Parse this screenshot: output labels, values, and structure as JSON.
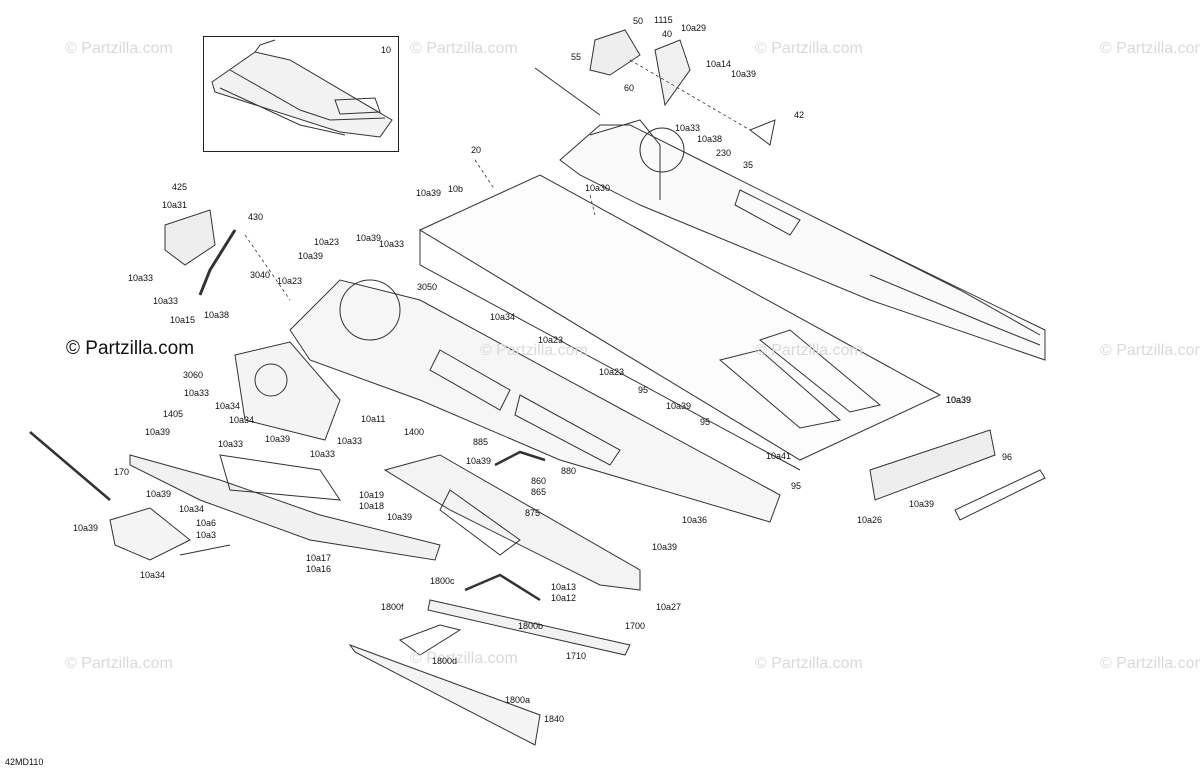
{
  "diagram": {
    "id_label": "42MD110",
    "watermark": "© Partzilla.com",
    "inset_label": "10",
    "callouts": [
      "10",
      "50",
      "1115",
      "40",
      "10a29",
      "55",
      "60",
      "10a14",
      "10a39",
      "42",
      "10a33",
      "10a38",
      "230",
      "35",
      "20",
      "10a30",
      "10b",
      "425",
      "10a31",
      "430",
      "10a39",
      "10a23",
      "10a39",
      "10a33",
      "10a39",
      "3040",
      "10a23",
      "3050",
      "10a33",
      "10a33",
      "10a15",
      "10a38",
      "10a34",
      "10a23",
      "3060",
      "10a33",
      "10a34",
      "1405",
      "10a34",
      "10a11",
      "1400",
      "10a23",
      "95",
      "10a39",
      "95",
      "10a39",
      "10a33",
      "10a39",
      "10a33",
      "10a33",
      "885",
      "10a39",
      "860",
      "865",
      "880",
      "875",
      "10a41",
      "95",
      "10a36",
      "10a39",
      "170",
      "10a39",
      "10a19",
      "10a18",
      "10a34",
      "10a39",
      "10a6",
      "10a3",
      "10a39",
      "10a17",
      "10a16",
      "10a34",
      "10a39",
      "10a13",
      "10a12",
      "10a27",
      "1800c",
      "1800f",
      "1800b",
      "1700",
      "1800d",
      "1710",
      "1800a",
      "1840",
      "10a39",
      "96",
      "10a39",
      "10a26"
    ]
  }
}
